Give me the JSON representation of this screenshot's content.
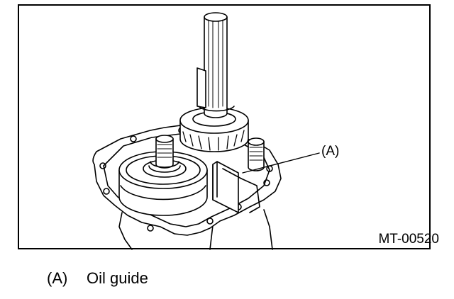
{
  "figure": {
    "callout": "(A)",
    "figure_id": "MT-00520"
  },
  "legend": [
    {
      "key": "(A)",
      "text": "Oil guide"
    }
  ]
}
